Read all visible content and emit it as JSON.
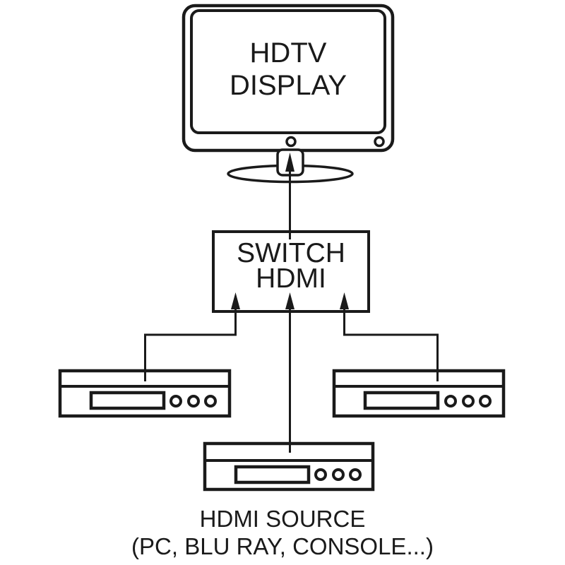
{
  "page": {
    "background_color": "#ffffff",
    "stroke_color": "#1a1a1a",
    "description": "Wiring diagram of an HDMI switch setup"
  },
  "diagram": {
    "display": {
      "line1": "HDTV",
      "line2": "DISPLAY"
    },
    "switch": {
      "line1": "SWITCH",
      "line2": "HDMI"
    },
    "caption": {
      "line1": "HDMI SOURCE",
      "line2": "(PC, BLU RAY, CONSOLE...)"
    },
    "icons": {
      "display": "hdtv-monitor-icon",
      "switch": "switch-box",
      "source": "media-player-icon"
    },
    "connections": {
      "sources_to_switch": 3,
      "switch_to_display": 1,
      "arrow_direction": "up"
    }
  }
}
